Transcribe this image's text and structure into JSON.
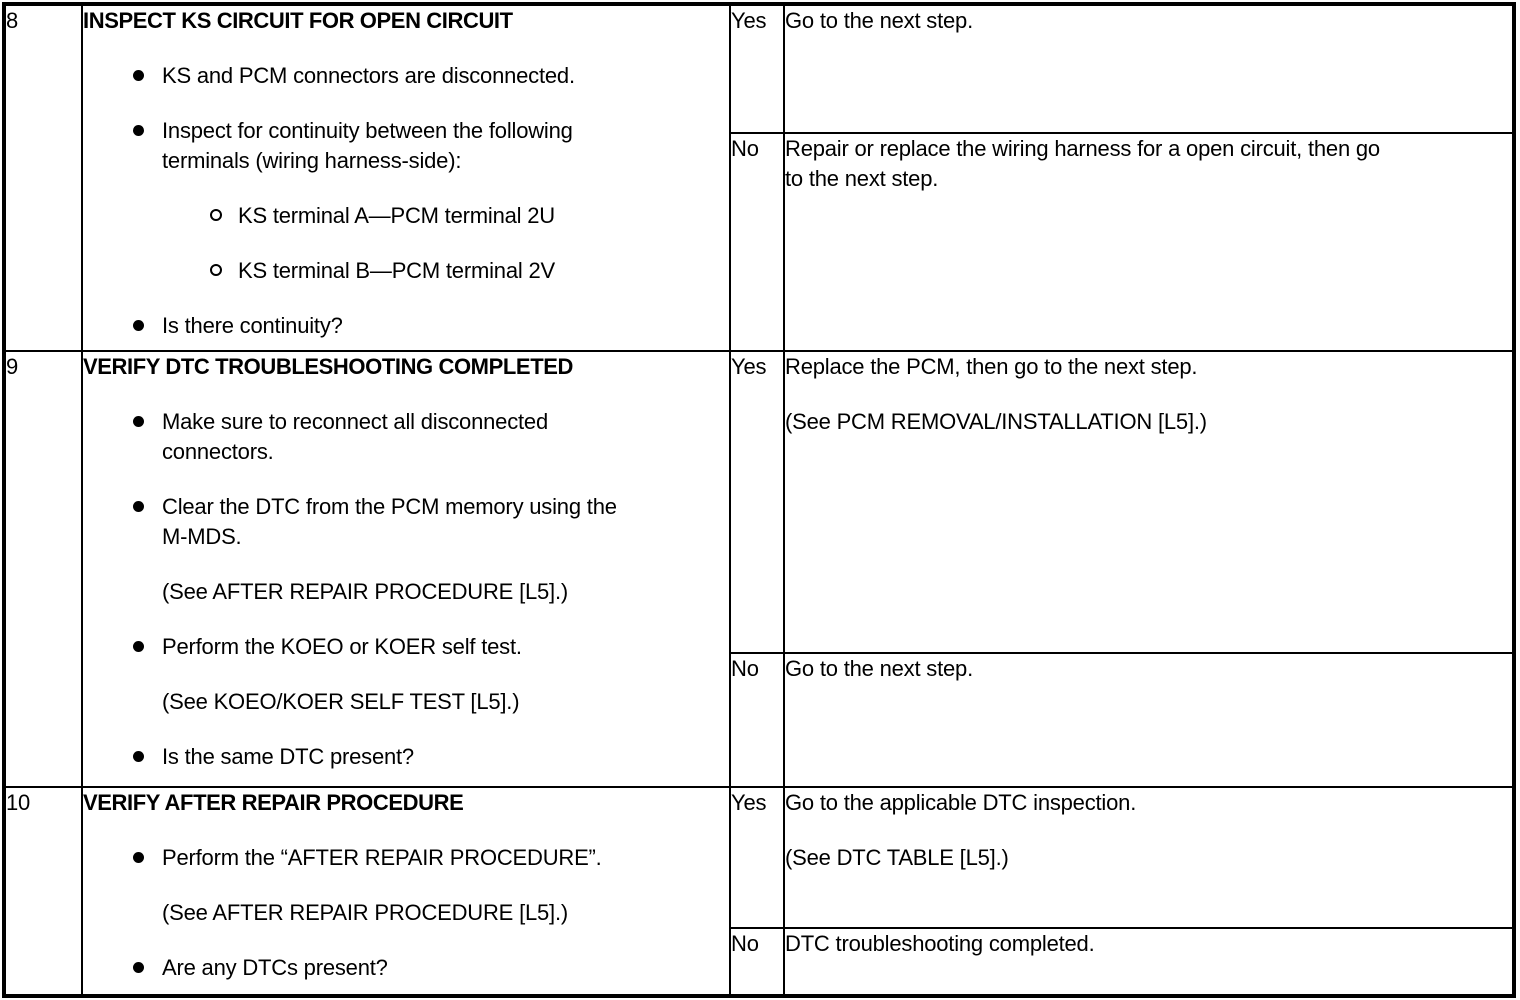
{
  "page": {
    "background": "#ffffff",
    "text_color": "#000000",
    "border_color": "#000000"
  },
  "icons": {
    "bullet": "filled-circle",
    "sub_bullet": "open-circle"
  },
  "table": {
    "columns": [
      "step",
      "inspection",
      "result",
      "action"
    ],
    "rows": [
      {
        "step": "8",
        "inspection": {
          "title": "INSPECT KS CIRCUIT FOR OPEN CIRCUIT",
          "items": [
            {
              "type": "bullet",
              "lines": [
                "KS and PCM connectors are disconnected."
              ]
            },
            {
              "type": "bullet",
              "lines": [
                "Inspect for continuity between the following",
                "terminals (wiring harness-side):"
              ]
            },
            {
              "type": "sub",
              "lines": [
                "KS terminal A—PCM terminal 2U"
              ]
            },
            {
              "type": "sub",
              "lines": [
                "KS terminal B—PCM terminal 2V"
              ]
            },
            {
              "type": "bullet",
              "lines": [
                "Is there continuity?"
              ]
            }
          ]
        },
        "yes": {
          "label": "Yes",
          "paras": [
            [
              "Go to the next step."
            ]
          ]
        },
        "no": {
          "label": "No",
          "paras": [
            [
              "Repair or replace the wiring harness for a open circuit, then go",
              "to the next step."
            ]
          ]
        }
      },
      {
        "step": "9",
        "inspection": {
          "title": "VERIFY DTC TROUBLESHOOTING COMPLETED",
          "items": [
            {
              "type": "bullet",
              "lines": [
                "Make sure to reconnect all disconnected",
                "connectors."
              ]
            },
            {
              "type": "bullet",
              "lines": [
                "Clear the DTC from the PCM memory using the",
                "M-MDS."
              ]
            },
            {
              "type": "see",
              "lines": [
                "(See AFTER REPAIR PROCEDURE [L5].)"
              ]
            },
            {
              "type": "bullet",
              "lines": [
                "Perform the KOEO or KOER self test."
              ]
            },
            {
              "type": "see",
              "lines": [
                "(See KOEO/KOER SELF TEST [L5].)"
              ]
            },
            {
              "type": "bullet",
              "lines": [
                "Is the same DTC present?"
              ]
            }
          ]
        },
        "yes": {
          "label": "Yes",
          "paras": [
            [
              "Replace the PCM, then go to the next step."
            ],
            [
              "(See PCM REMOVAL/INSTALLATION [L5].)"
            ]
          ]
        },
        "no": {
          "label": "No",
          "paras": [
            [
              "Go to the next step."
            ]
          ]
        }
      },
      {
        "step": "10",
        "inspection": {
          "title": "VERIFY AFTER REPAIR PROCEDURE",
          "items": [
            {
              "type": "bullet",
              "lines": [
                "Perform the “AFTER REPAIR PROCEDURE”."
              ]
            },
            {
              "type": "see",
              "lines": [
                "(See AFTER REPAIR PROCEDURE [L5].)"
              ]
            },
            {
              "type": "bullet",
              "lines": [
                "Are any DTCs present?"
              ]
            }
          ]
        },
        "yes": {
          "label": "Yes",
          "paras": [
            [
              "Go to the applicable DTC inspection."
            ],
            [
              "(See DTC TABLE [L5].)"
            ]
          ]
        },
        "no": {
          "label": "No",
          "paras": [
            [
              "DTC troubleshooting completed."
            ]
          ]
        }
      }
    ]
  }
}
